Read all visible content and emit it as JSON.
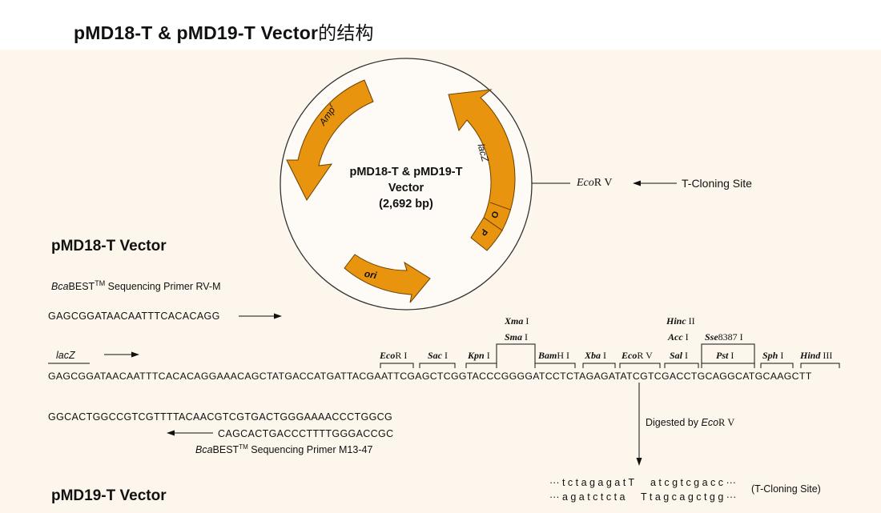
{
  "title": {
    "bold": "pMD18-T & pMD19-T Vector",
    "suffix": "的结构"
  },
  "plasmid": {
    "name_line1": "pMD18-T & pMD19-T",
    "name_line2": "Vector",
    "size": "(2,692 bp)",
    "features": {
      "amp": "Amp",
      "amp_sup": "r",
      "lacz": "lacZ",
      "ori": "ori",
      "o_box": "O",
      "p_box": "P"
    },
    "colors": {
      "arrow_fill": "#e8940e",
      "arrow_stroke": "#7a4a00",
      "circle": "#333333"
    },
    "ecorv_ital": "Eco",
    "ecorv_rest": "R V",
    "tcloning": "T-Cloning Site"
  },
  "pmd18": {
    "heading": "pMD18-T Vector",
    "primer_rv": {
      "ital": "Bca",
      "best": "BEST",
      "tm": "TM",
      "rest": " Sequencing Primer RV-M"
    },
    "rv_seq": "GAGCGGATAACAATTTCACACAGG",
    "lacz_label": "lacZ",
    "main_seq": "GAGCGGATAACAATTTCACACAGGAAACAGCTATGACCATGATTACGAATTCGAGCTCGGTACCCGGGGATCCTCTAGAGATATCGTCGACCTGCAGGCATGCAAGCTT",
    "comp_seq": "GGCACTGGCCGTCGTTTTACAACGTCGTGACTGGGAAAACCCTGGCG",
    "m13_seq": "CAGCACTGACCCTTTTGGGACCGC",
    "primer_m13": {
      "ital": "Bca",
      "best": "BEST",
      "tm": "TM",
      "rest": " Sequencing Primer M13-47"
    },
    "sites": {
      "ecori": {
        "ital": "Eco",
        "rest": "R I"
      },
      "saci": {
        "ital": "Sac",
        "rest": " I"
      },
      "kpni": {
        "ital": "Kpn",
        "rest": " I"
      },
      "xmai": {
        "ital": "Xma",
        "rest": " I"
      },
      "smai": {
        "ital": "Sma",
        "rest": " I"
      },
      "bamhi": {
        "ital": "Bam",
        "rest": "H I"
      },
      "xbai": {
        "ital": "Xba",
        "rest": " I"
      },
      "ecorv": {
        "ital": "Eco",
        "rest": "R V"
      },
      "hincii": {
        "ital": "Hinc",
        "rest": " II"
      },
      "acci": {
        "ital": "Acc",
        "rest": " I"
      },
      "sali": {
        "ital": "Sal",
        "rest": " I"
      },
      "sse": {
        "ital": "Sse",
        "rest": "8387  I"
      },
      "psti": {
        "ital": "Pst",
        "rest": " I"
      },
      "sphi": {
        "ital": "Sph",
        "rest": " I"
      },
      "hindiii": {
        "ital": "Hind",
        "rest": " III"
      }
    },
    "digest_label": {
      "prefix": "Digested by ",
      "ital": "Eco",
      "rest": "R V"
    },
    "digest_top_left": "··· t c t a g a g a t T",
    "digest_top_right": "a t c g t c g a c c ···",
    "digest_bot_left": "··· a g a t c t c t a",
    "digest_bot_right": "T t a g c a g c t g g ···",
    "tcloning_note": "(T-Cloning Site)"
  },
  "pmd19": {
    "heading": "pMD19-T Vector"
  }
}
